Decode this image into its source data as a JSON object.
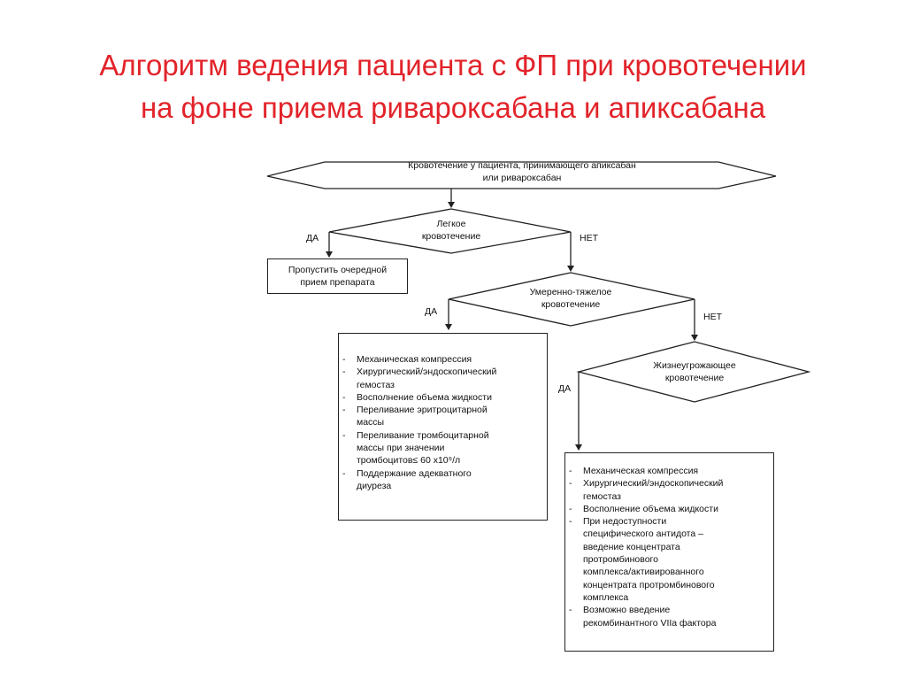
{
  "slide": {
    "title_line1": "Алгоритм ведения пациента с ФП при кровотечении",
    "title_line2": "на фоне приема ривароксабана и апиксабана"
  },
  "flow": {
    "start_line1": "Кровотечение у пациента, принимающего  апиксабан",
    "start_line2": "или ривароксабан",
    "decision1_line1": "Легкое",
    "decision1_line2": "кровотечение",
    "decision2_line1": "Умеренно-тяжелое",
    "decision2_line2": "кровотечение",
    "decision3_line1": "Жизнеугрожающее",
    "decision3_line2": "кровотечение",
    "yes": "ДА",
    "no": "НЕТ",
    "skip_box_line1": "Пропустить очередной",
    "skip_box_line2": "прием препарата",
    "moderate_box": {
      "bullet": "-",
      "items": [
        [
          "Механическая компрессия"
        ],
        [
          "Хирургический/эндоскопический",
          "гемостаз"
        ],
        [
          "Восполнение объема жидкости"
        ],
        [
          "Переливание эритроцитарной",
          "массы"
        ],
        [
          "Переливание тромбоцитарной",
          "массы при значении",
          "тромбоцитов≤ 60 x10⁹/л"
        ],
        [
          "Поддержание адекватного",
          "диуреза"
        ]
      ]
    },
    "life_box": {
      "bullet": "-",
      "items": [
        [
          "Механическая компрессия"
        ],
        [
          "Хирургический/эндоскопический",
          "гемостаз"
        ],
        [
          "Восполнение объема жидкости"
        ],
        [
          "При недоступности",
          "специфического антидота –",
          "введение концентрата",
          "протромбинового",
          "комплекса/активированного",
          "концентрата протромбинового",
          "комплекса"
        ],
        [
          "Возможно введение",
          "рекомбинантного VIIa фактора"
        ]
      ]
    }
  }
}
